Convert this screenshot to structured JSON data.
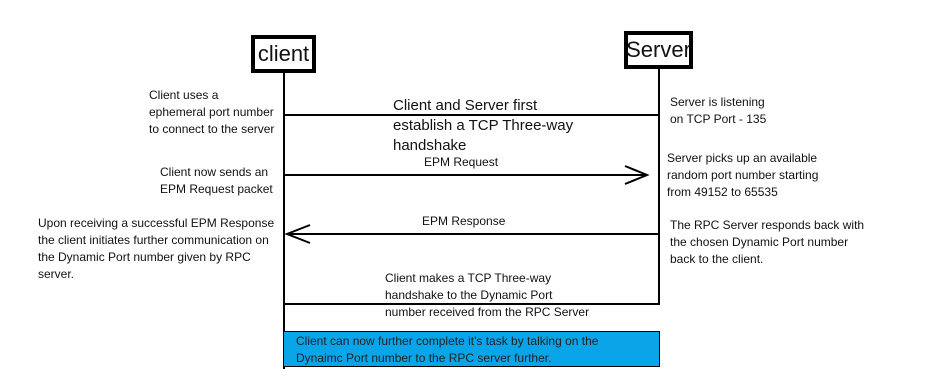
{
  "participants": {
    "client": "client",
    "server": "Server"
  },
  "notes": {
    "client_ephemeral": [
      "Client uses a",
      "ephemeral port number",
      "to connect to the server"
    ],
    "handshake_first": [
      "Client and Server first",
      "establish a TCP Three-way",
      "handshake"
    ],
    "server_listening": [
      "Server is listening",
      "on TCP Port - 135"
    ],
    "client_sends_epm": [
      "Client now sends an",
      "EPM Request packet"
    ],
    "server_picks_port": [
      "Server picks up an available",
      "random port number starting",
      "from 49152 to 65535"
    ],
    "client_receives": [
      "Upon receiving a successful EPM Response",
      "the client initiates further communication on",
      "the Dynamic Port number given by RPC",
      "server."
    ],
    "server_responds": [
      "The RPC Server responds back with",
      "the chosen Dynamic Port number",
      "back to the client."
    ],
    "client_handshake_dynamic": [
      "Client makes a TCP Three-way",
      "handshake to the Dynamic Port",
      "number received from the RPC Server"
    ]
  },
  "messages": {
    "epm_request": "EPM Request",
    "epm_response": "EPM Response"
  },
  "final_box": [
    "Client can now further complete it's task by talking on the",
    "Dynaimc Port number to the RPC server further."
  ],
  "colors": {
    "final_box_fill": "#0aa4e8",
    "line": "#000000"
  }
}
